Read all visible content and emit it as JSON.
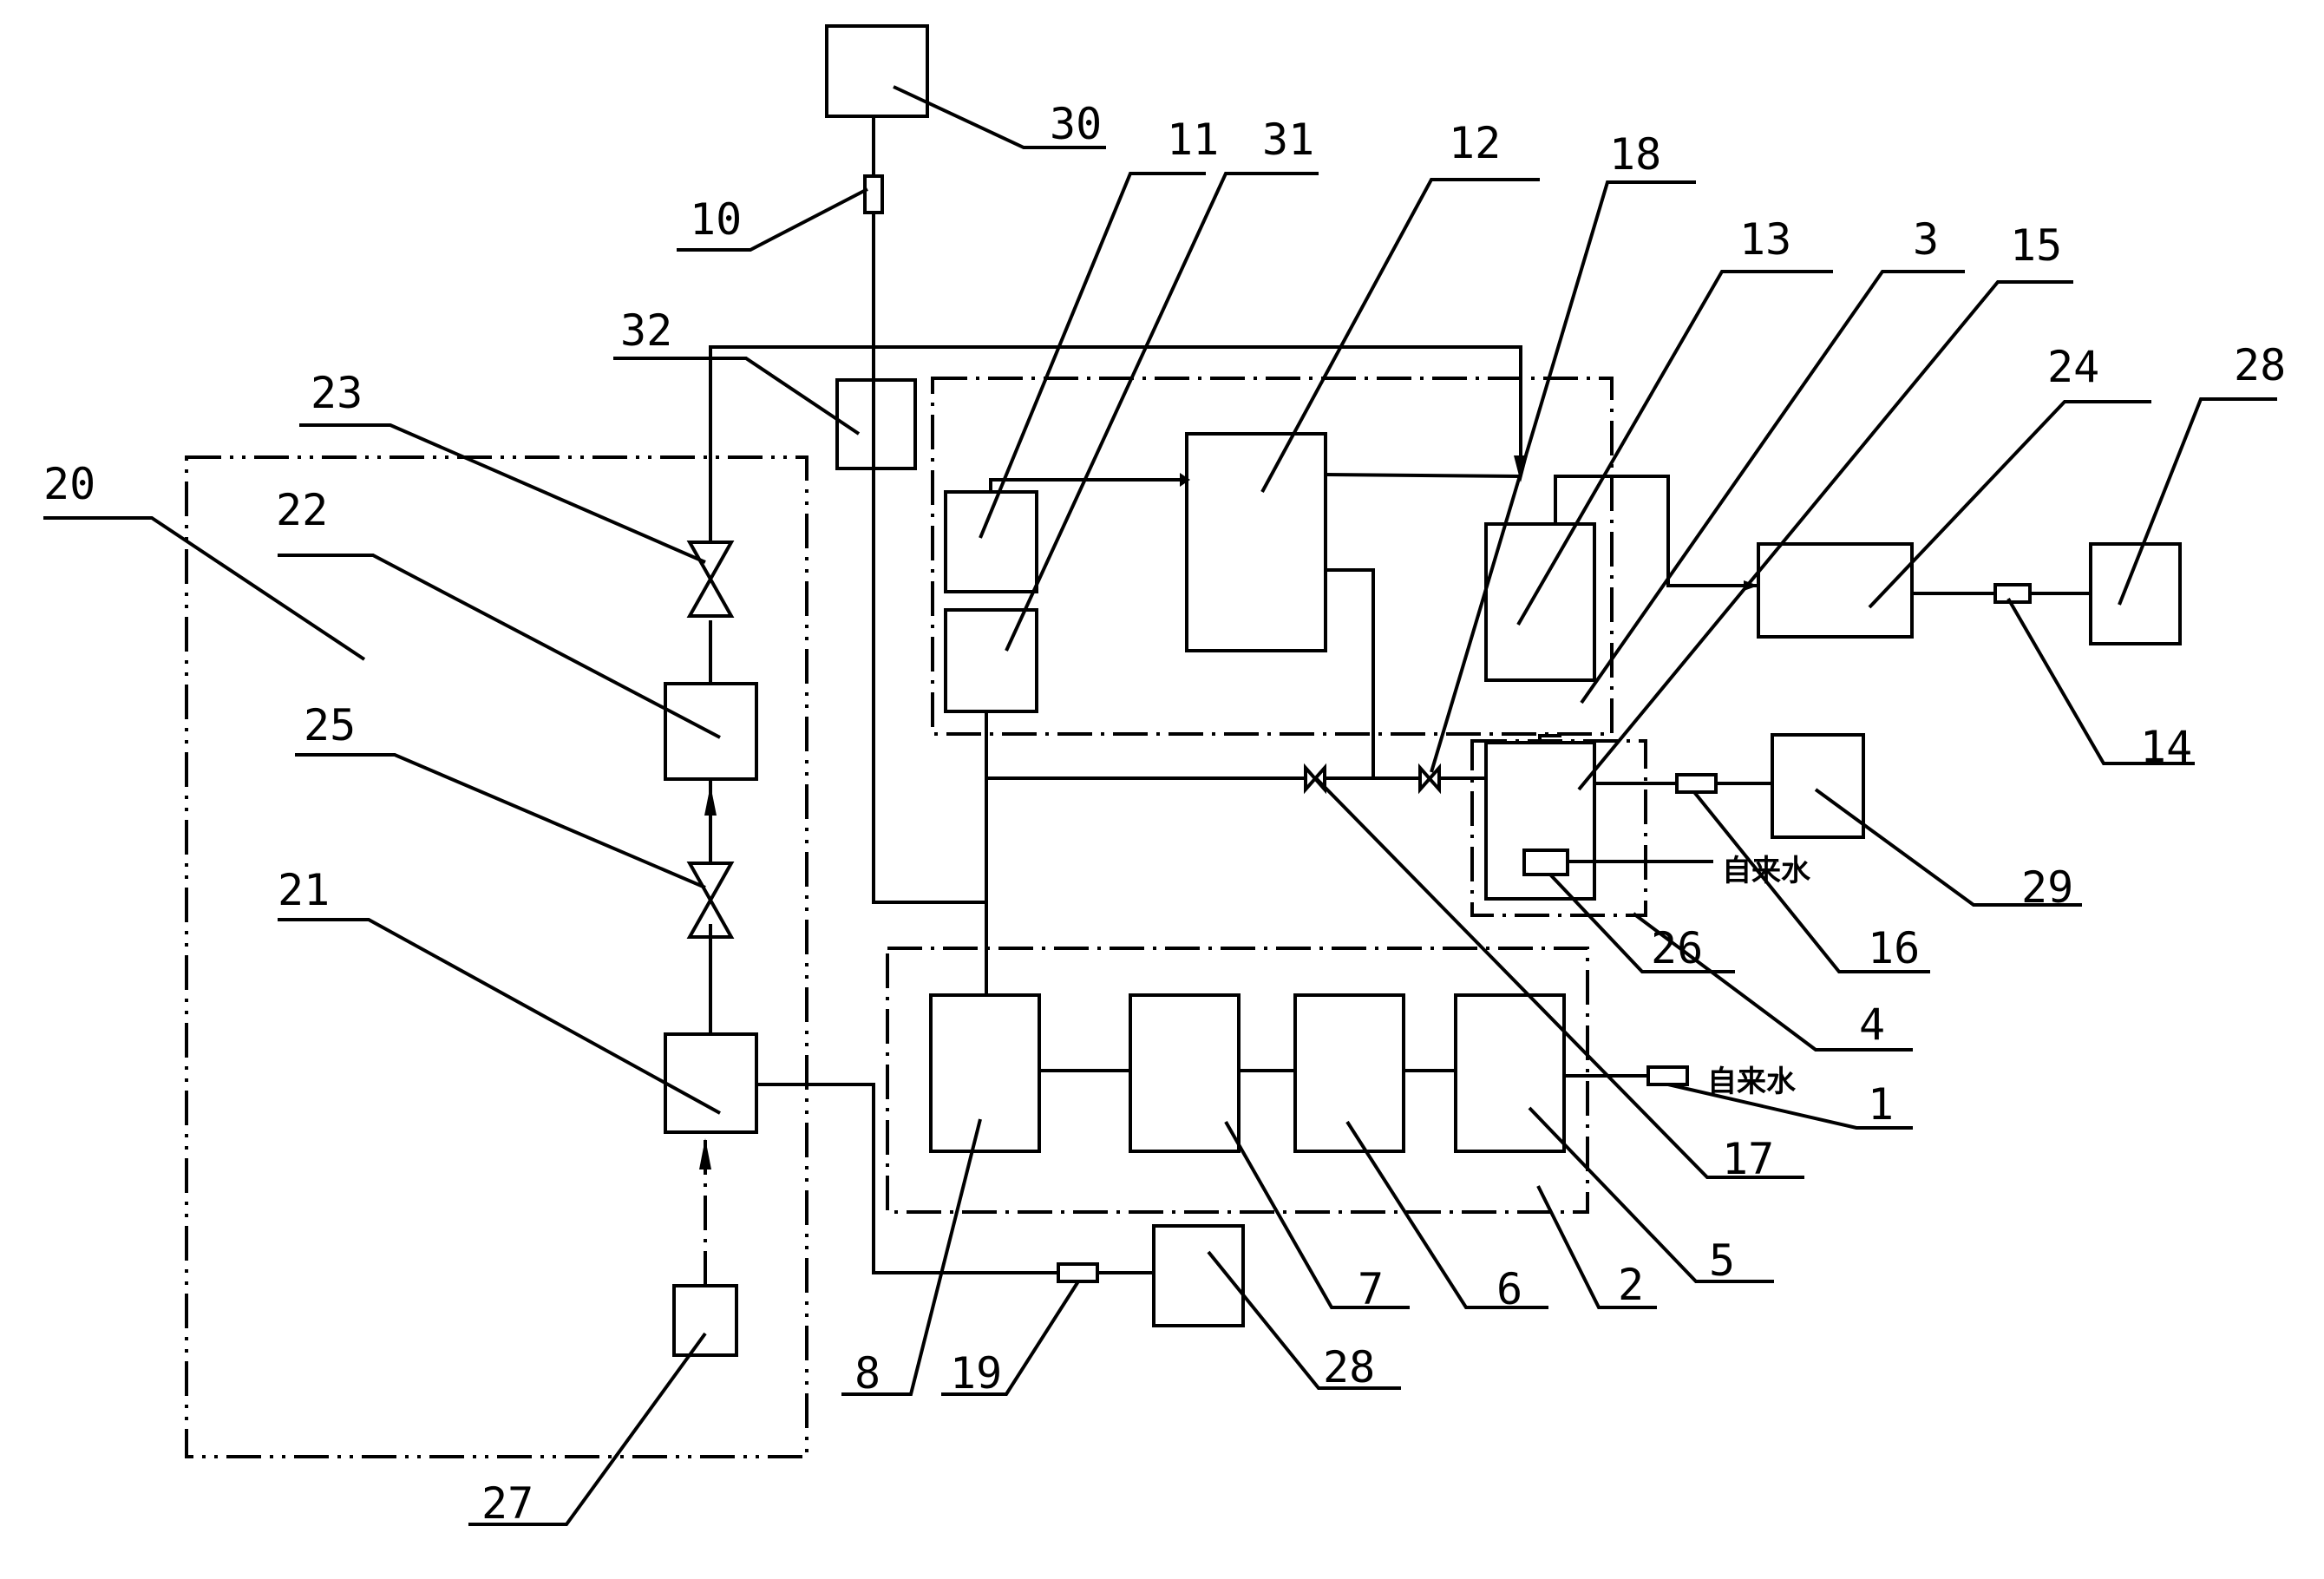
{
  "labels": {
    "l1": "1",
    "l2": "2",
    "l3": "3",
    "l4": "4",
    "l5": "5",
    "l6": "6",
    "l7": "7",
    "l8": "8",
    "l10": "10",
    "l11": "11",
    "l12": "12",
    "l13": "13",
    "l14": "14",
    "l15": "15",
    "l16": "16",
    "l17": "17",
    "l18": "18",
    "l19": "19",
    "l20": "20",
    "l21": "21",
    "l22": "22",
    "l23": "23",
    "l24": "24",
    "l25": "25",
    "l26": "26",
    "l27": "27",
    "l28a": "28",
    "l28b": "28",
    "l29": "29",
    "l30": "30",
    "l31": "31",
    "l32": "32"
  },
  "water_text": {
    "w1": "自来水",
    "w2": "自来水"
  }
}
